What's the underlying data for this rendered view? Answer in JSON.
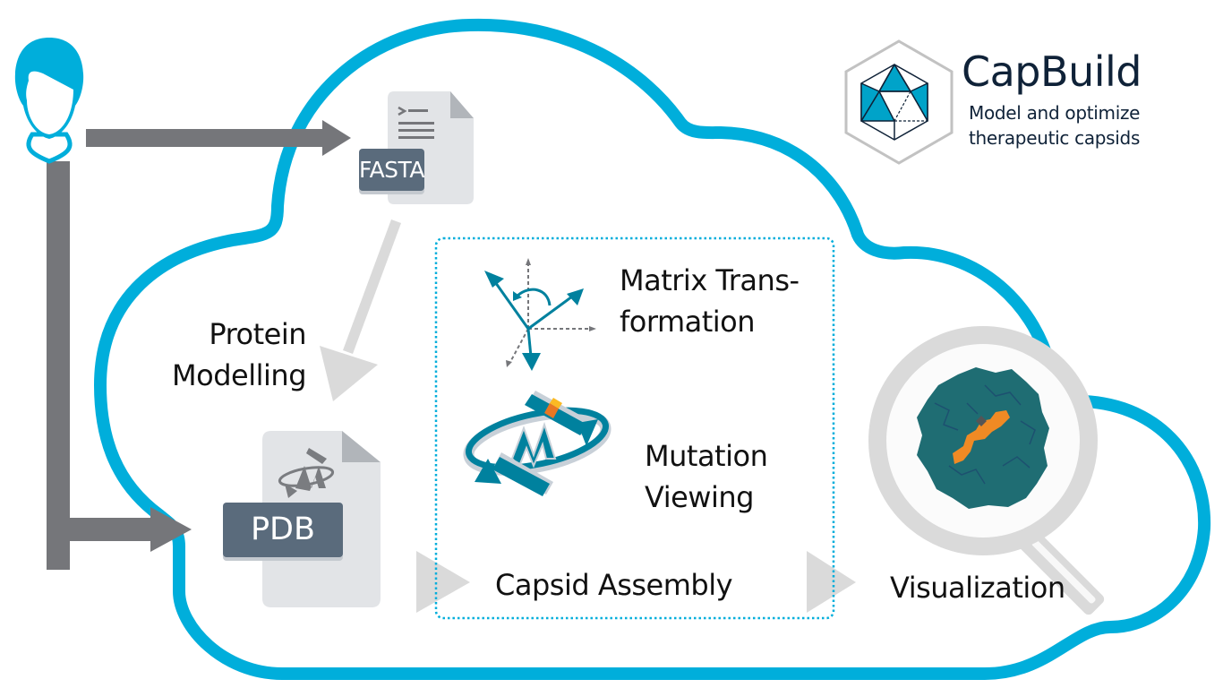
{
  "brand": {
    "name": "CapBuild",
    "tagline_line1": "Model and optimize",
    "tagline_line2": "therapeutic capsids",
    "logo_icon": "icosahedron-hexagon-icon"
  },
  "actors": {
    "user_icon": "user-head-icon"
  },
  "files": {
    "fasta": {
      "label": "FASTA",
      "icon": "terminal-document-icon"
    },
    "pdb": {
      "label": "PDB",
      "icon": "protein-structure-document-icon"
    }
  },
  "steps": {
    "protein_modelling_line1": "Protein",
    "protein_modelling_line2": "Modelling",
    "matrix_line1": "Matrix Trans-",
    "matrix_line2": "formation",
    "mutation_line1": "Mutation",
    "mutation_line2": "Viewing",
    "capsid_assembly": "Capsid Assembly",
    "visualization": "Visualization"
  },
  "icons": {
    "matrix": "axes-rotation-icon",
    "mutation": "protein-ribbon-mutation-icon",
    "visualization": "magnifier-capsid-icon"
  },
  "colors": {
    "cloud": "#00aedb",
    "flow_arrow_dark": "#75767a",
    "flow_arrow_light": "#dadada",
    "file_tag": "#5a6b7c",
    "icon_teal": "#00819e",
    "mutation_orange": "#e87722",
    "mutation_yellow": "#fbb923",
    "capsid_teal": "#1f6d73"
  }
}
